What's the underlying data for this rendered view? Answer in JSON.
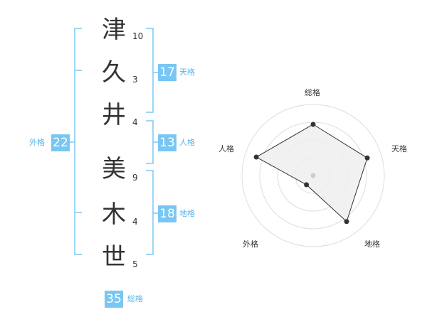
{
  "name": {
    "characters": [
      {
        "char": "津",
        "strokes": "10"
      },
      {
        "char": "久",
        "strokes": "3"
      },
      {
        "char": "井",
        "strokes": "4"
      },
      {
        "char": "美",
        "strokes": "9"
      },
      {
        "char": "木",
        "strokes": "4"
      },
      {
        "char": "世",
        "strokes": "5"
      }
    ]
  },
  "fortunes": {
    "tenkaku": {
      "value": "17",
      "label": "天格"
    },
    "jinkaku": {
      "value": "13",
      "label": "人格"
    },
    "chikaku": {
      "value": "18",
      "label": "地格"
    },
    "gaikaku": {
      "value": "22",
      "label": "外格"
    },
    "soukaku": {
      "value": "35",
      "label": "総格"
    }
  },
  "radar": {
    "axes": [
      "総格",
      "天格",
      "地格",
      "外格",
      "人格"
    ],
    "levels": 4,
    "values": [
      3.6,
      4.0,
      4.0,
      0.8,
      4.2
    ],
    "max": 5,
    "fill_color": "#eeeeee",
    "line_color": "#333333",
    "bracket_color": "#7fc7f2",
    "badge_color": "#79c6f2"
  }
}
